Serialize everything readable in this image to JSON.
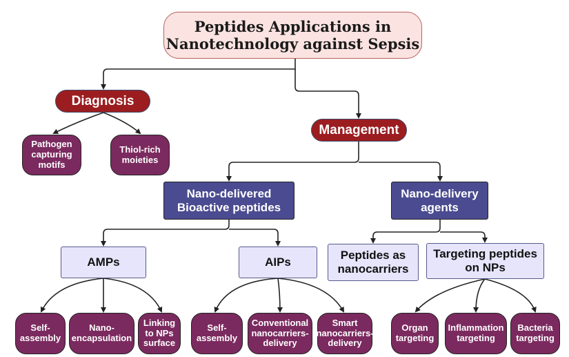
{
  "title": "Peptides Applications in Nanotechnology against Sepsis",
  "diagnosis": {
    "label": "Diagnosis",
    "children": [
      "Pathogen capturing motifs",
      "Thiol-rich moieties"
    ]
  },
  "management": {
    "label": "Management",
    "bioactive": {
      "label": "Nano-delivered Bioactive peptides",
      "amps": {
        "label": "AMPs",
        "children": [
          "Self-assembly",
          "Nano-encapsulation",
          "Linking to NPs surface"
        ]
      },
      "aips": {
        "label": "AIPs",
        "children": [
          "Self-assembly",
          "Conventional nanocarriers-delivery",
          "Smart nanocarriers-delivery"
        ]
      }
    },
    "agents": {
      "label": "Nano-delivery agents",
      "nanocarriers": {
        "label": "Peptides as nanocarriers"
      },
      "targeting": {
        "label": "Targeting peptides on NPs",
        "children": [
          "Organ targeting",
          "Inflammation targeting",
          "Bacteria targeting"
        ]
      }
    }
  },
  "colors": {
    "title_bg": "#fbe3e1",
    "red": "#9b1d20",
    "purple": "#7b2a5f",
    "navy": "#4a4b90",
    "lavender": "#e7e5fb"
  }
}
